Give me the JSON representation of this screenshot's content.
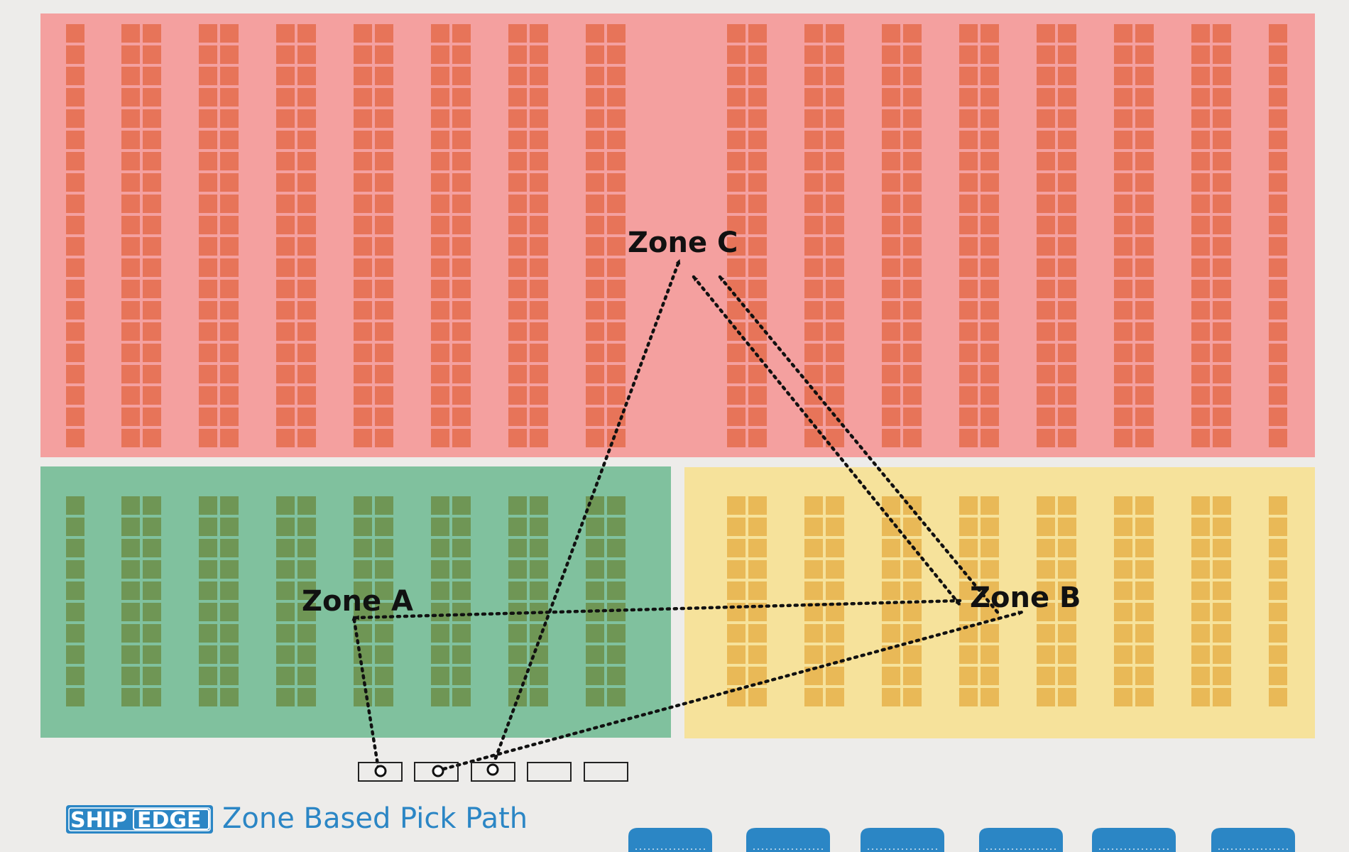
{
  "diagram": {
    "title": "Zone Based Pick Path",
    "logo": {
      "part1": "SHIP",
      "part2": "EDGE"
    },
    "zones": [
      {
        "id": "C",
        "label": "Zone C",
        "fill": "#f4a09f",
        "rack": "#e77459"
      },
      {
        "id": "A",
        "label": "Zone A",
        "fill": "#80c19e",
        "rack": "#6f9655"
      },
      {
        "id": "B",
        "label": "Zone B",
        "fill": "#f6e29b",
        "rack": "#e9b957"
      }
    ],
    "colors": {
      "background": "#edecea",
      "path": "#111111",
      "title": "#2b86c5",
      "logo": "#2b86c5",
      "dock": "#2b86c5"
    },
    "icons": {
      "path_arrow": "dotted-arrow",
      "pick_station": "station-marker",
      "dock_door": "dock-door"
    }
  }
}
